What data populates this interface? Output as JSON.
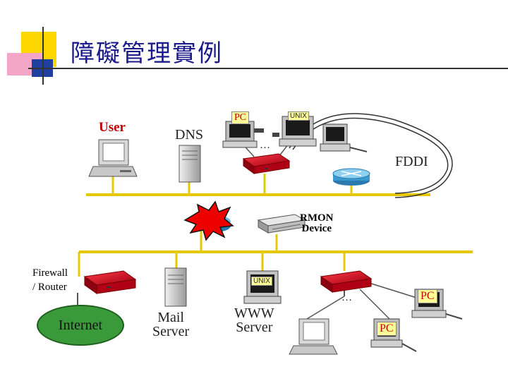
{
  "title": "障礙管理實例",
  "labels": {
    "user": "User",
    "dns": "DNS",
    "pc_top": "PC",
    "unix_top": "UNIX",
    "ellipsis_top": "…",
    "fddi": "FDDI",
    "rmon_line1": "RMON",
    "rmon_line2": "Device",
    "firewall_line1": "Firewall",
    "firewall_line2": "/ Router",
    "internet": "Internet",
    "mail_line1": "Mail",
    "mail_line2": "Server",
    "unix_bottom": "UNIX",
    "www_line1": "WWW",
    "www_line2": "Server",
    "ellipsis_bottom": "…",
    "pc_right": "PC",
    "pc_bottom": "PC"
  },
  "colors": {
    "bus": "#e6c800",
    "router": "#cc0010",
    "title": "#1a1a8c",
    "internet": "#3a9a3a"
  }
}
